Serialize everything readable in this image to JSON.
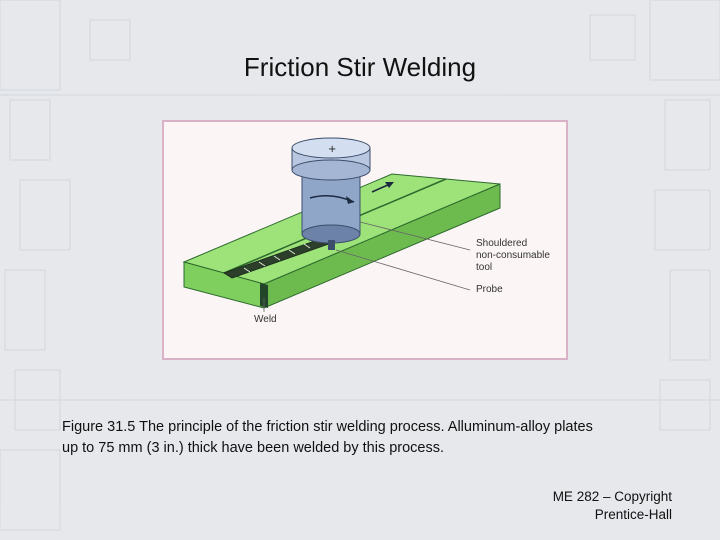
{
  "slide": {
    "title": "Friction Stir Welding",
    "caption_line1": "Figure 31.5  The principle of the friction stir welding process. Alluminum-alloy plates",
    "caption_line2": "up to 75 mm (3 in.) thick have been welded by this process.",
    "copyright_line1": "ME 282 – Copyright",
    "copyright_line2": "Prentice-Hall"
  },
  "figure": {
    "label_tool_line1": "Shouldered",
    "label_tool_line2": "non-consumable",
    "label_tool_line3": "tool",
    "label_probe": "Probe",
    "label_weld": "Weld",
    "plate_color": "#9ee27a",
    "tool_color": "#8fa6c8"
  }
}
